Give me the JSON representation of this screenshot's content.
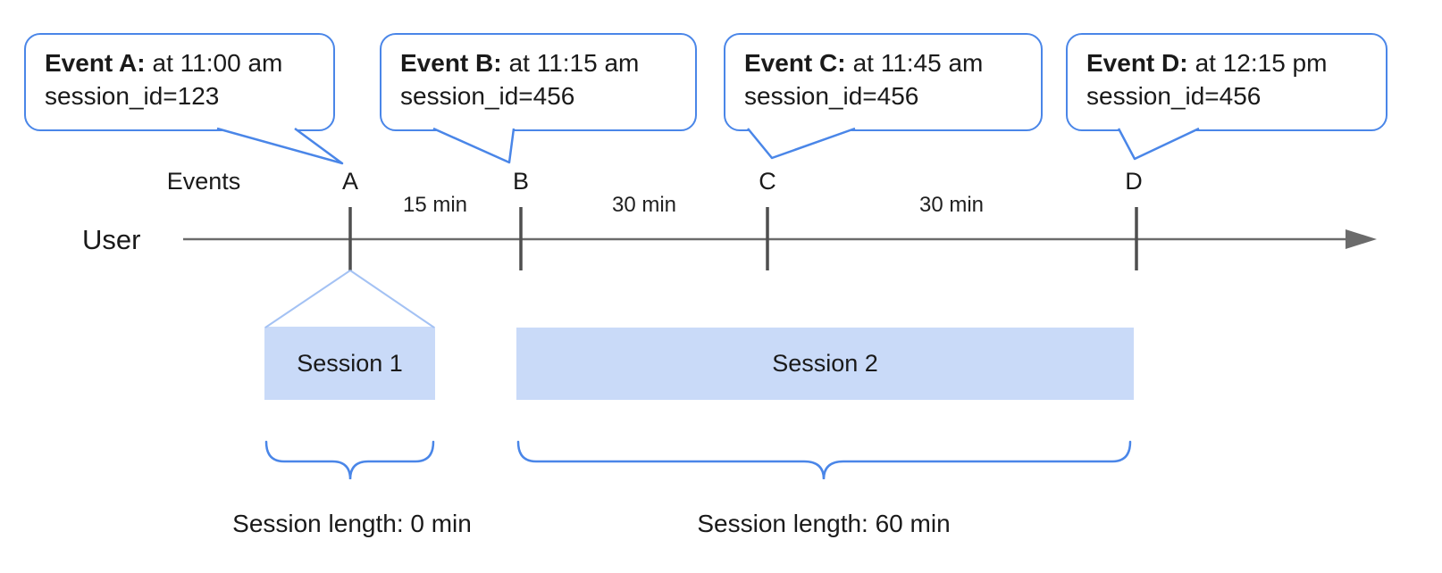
{
  "colors": {
    "bubble_border": "#4a86e8",
    "brace": "#4a86e8",
    "funnel": "#a4c2f4",
    "session_fill": "#c9daf8",
    "timeline": "#6b6b6b",
    "tick": "#4f4f4f"
  },
  "timeline": {
    "row_label": "User",
    "events_axis_label": "Events"
  },
  "events": [
    {
      "label": "A",
      "bubble_title": "Event A:",
      "bubble_time": "at 11:00 am",
      "bubble_session": "session_id=123"
    },
    {
      "label": "B",
      "bubble_title": "Event B:",
      "bubble_time": "at 11:15 am",
      "bubble_session": "session_id=456"
    },
    {
      "label": "C",
      "bubble_title": "Event C:",
      "bubble_time": "at 11:45 am",
      "bubble_session": "session_id=456"
    },
    {
      "label": "D",
      "bubble_title": "Event D:",
      "bubble_time": "at 12:15 pm",
      "bubble_session": "session_id=456"
    }
  ],
  "intervals": [
    {
      "label": "15 min"
    },
    {
      "label": "30 min"
    },
    {
      "label": "30 min"
    }
  ],
  "sessions": [
    {
      "label": "Session 1",
      "length_label": "Session length: 0 min"
    },
    {
      "label": "Session 2",
      "length_label": "Session length: 60 min"
    }
  ]
}
